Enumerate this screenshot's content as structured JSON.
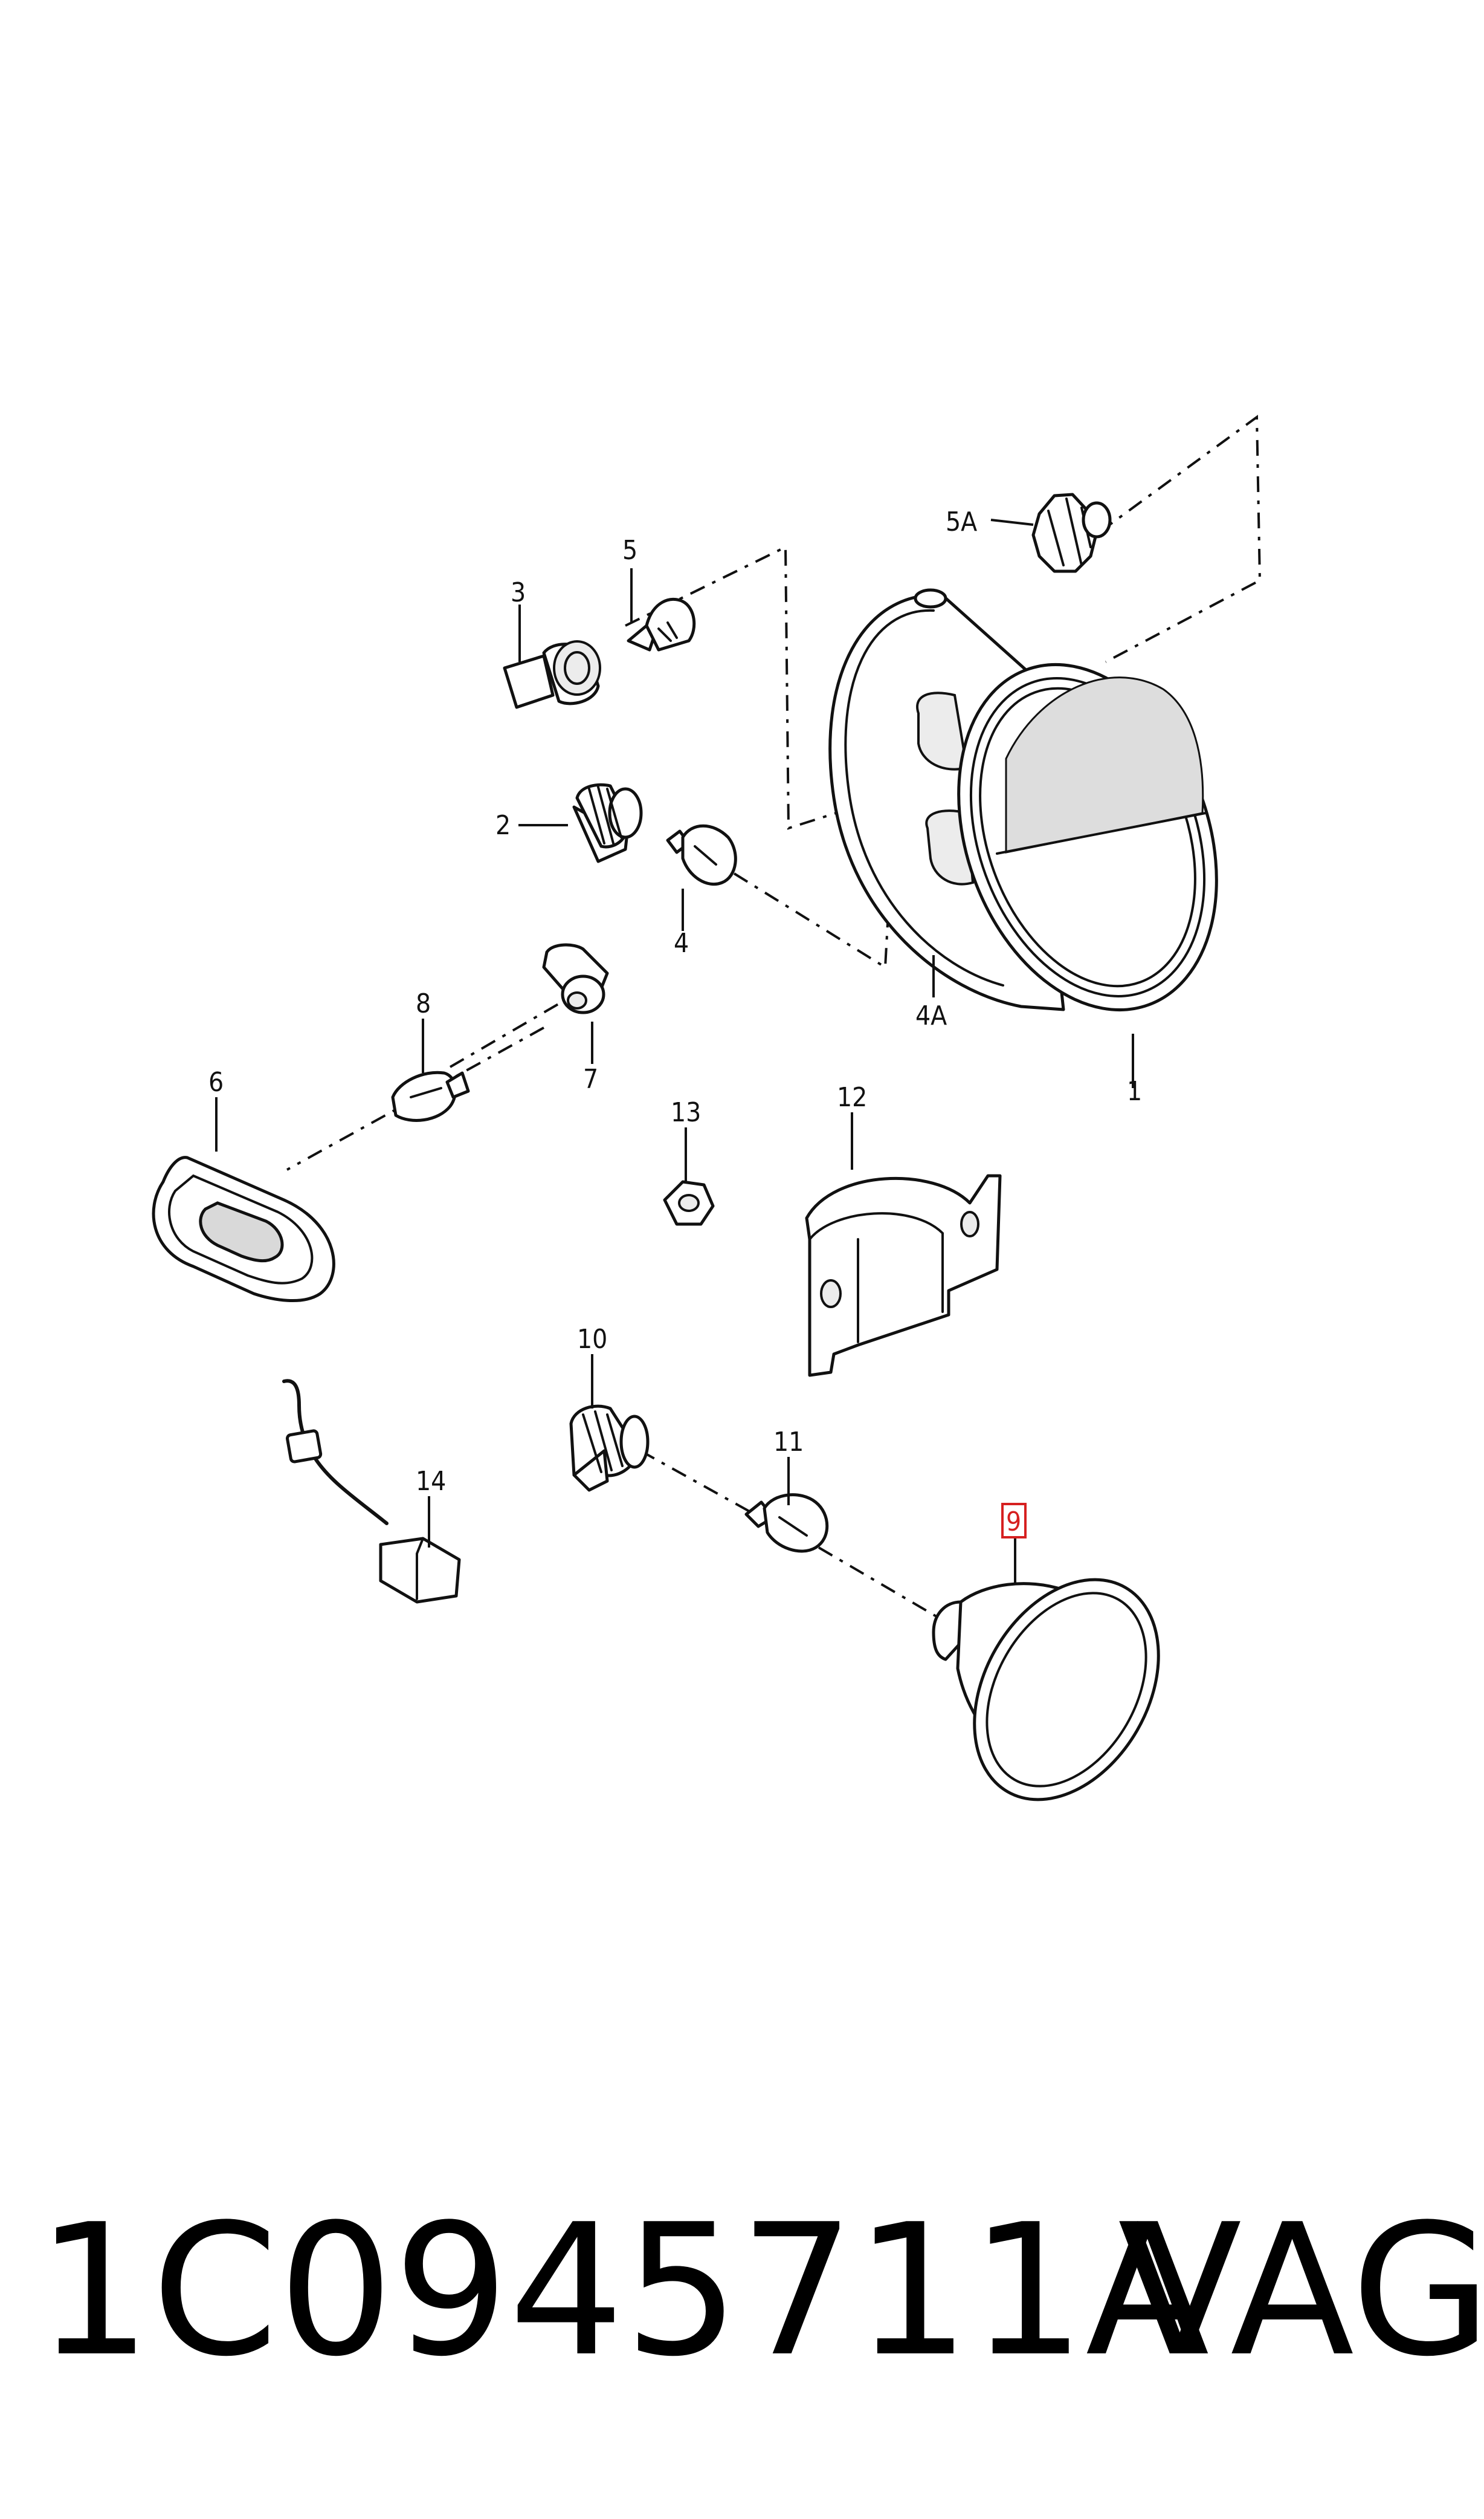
{
  "callouts": {
    "c1": "1",
    "c2": "2",
    "c3": "3",
    "c4": "4",
    "c4a": "4A",
    "c5": "5",
    "c5a": "5A",
    "c6": "6",
    "c7": "7",
    "c8": "8",
    "c9": "9",
    "c10": "10",
    "c11": "11",
    "c12": "12",
    "c13": "13",
    "c14": "14"
  },
  "highlighted_callout": "9",
  "highlight_color": "#d62020",
  "footer": {
    "part_number": "1C0945711A",
    "brand": "VAG"
  }
}
